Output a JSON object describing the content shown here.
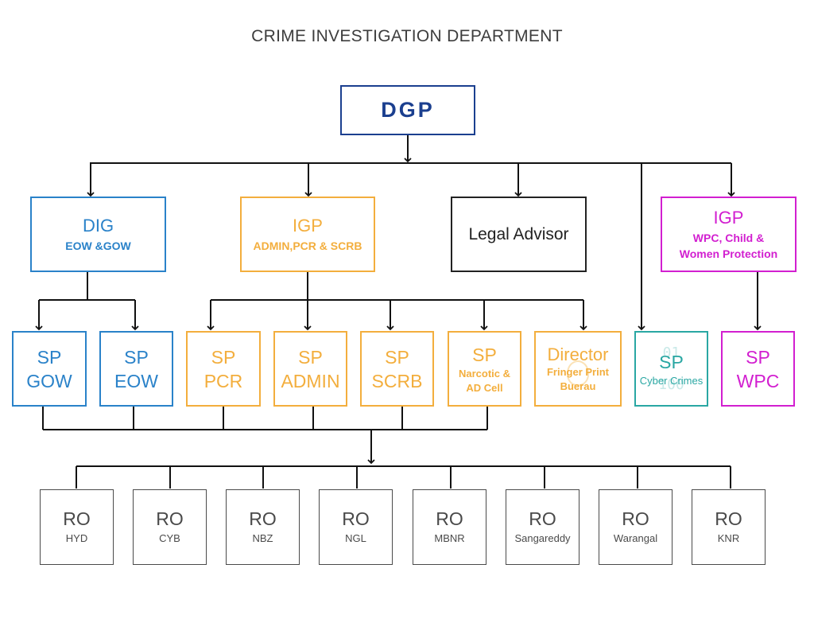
{
  "title": "CRIME INVESTIGATION DEPARTMENT",
  "colors": {
    "navy": "#1b3f8f",
    "blue": "#2a82c9",
    "orange": "#f3ae3d",
    "black": "#222222",
    "magenta": "#d21fd0",
    "teal": "#2aa7a3",
    "gray": "#4a4a4a"
  },
  "dgp": {
    "label": "DGP"
  },
  "level2": {
    "dig": {
      "title": "DIG",
      "subtitle": "EOW &GOW"
    },
    "igp_admin": {
      "title": "IGP",
      "subtitle": "ADMIN,PCR & SCRB"
    },
    "legal": {
      "title": "Legal Advisor"
    },
    "igp_wpc": {
      "title": "IGP",
      "subtitle_line1": "WPC, Child &",
      "subtitle_line2": "Women Protection"
    }
  },
  "level3": {
    "sp_gow": {
      "line1": "SP",
      "line2": "GOW"
    },
    "sp_eow": {
      "line1": "SP",
      "line2": "EOW"
    },
    "sp_pcr": {
      "line1": "SP",
      "line2": "PCR"
    },
    "sp_admin": {
      "line1": "SP",
      "line2": "ADMIN"
    },
    "sp_scrb": {
      "line1": "SP",
      "line2": "SCRB"
    },
    "sp_narcotic": {
      "line1": "SP",
      "line2": "Narcotic &",
      "line3": "AD Cell"
    },
    "director": {
      "line1": "Director",
      "line2": "Fringer Print",
      "line3": "Buerau"
    },
    "sp_cyber": {
      "line1": "SP",
      "line2": "Cyber Crimes",
      "watermark": "01\n \n100"
    },
    "sp_wpc": {
      "line1": "SP",
      "line2": "WPC"
    }
  },
  "regional_offices": [
    {
      "title": "RO",
      "name": "HYD"
    },
    {
      "title": "RO",
      "name": "CYB"
    },
    {
      "title": "RO",
      "name": "NBZ"
    },
    {
      "title": "RO",
      "name": "NGL"
    },
    {
      "title": "RO",
      "name": "MBNR"
    },
    {
      "title": "RO",
      "name": "Sangareddy"
    },
    {
      "title": "RO",
      "name": "Warangal"
    },
    {
      "title": "RO",
      "name": "KNR"
    }
  ]
}
